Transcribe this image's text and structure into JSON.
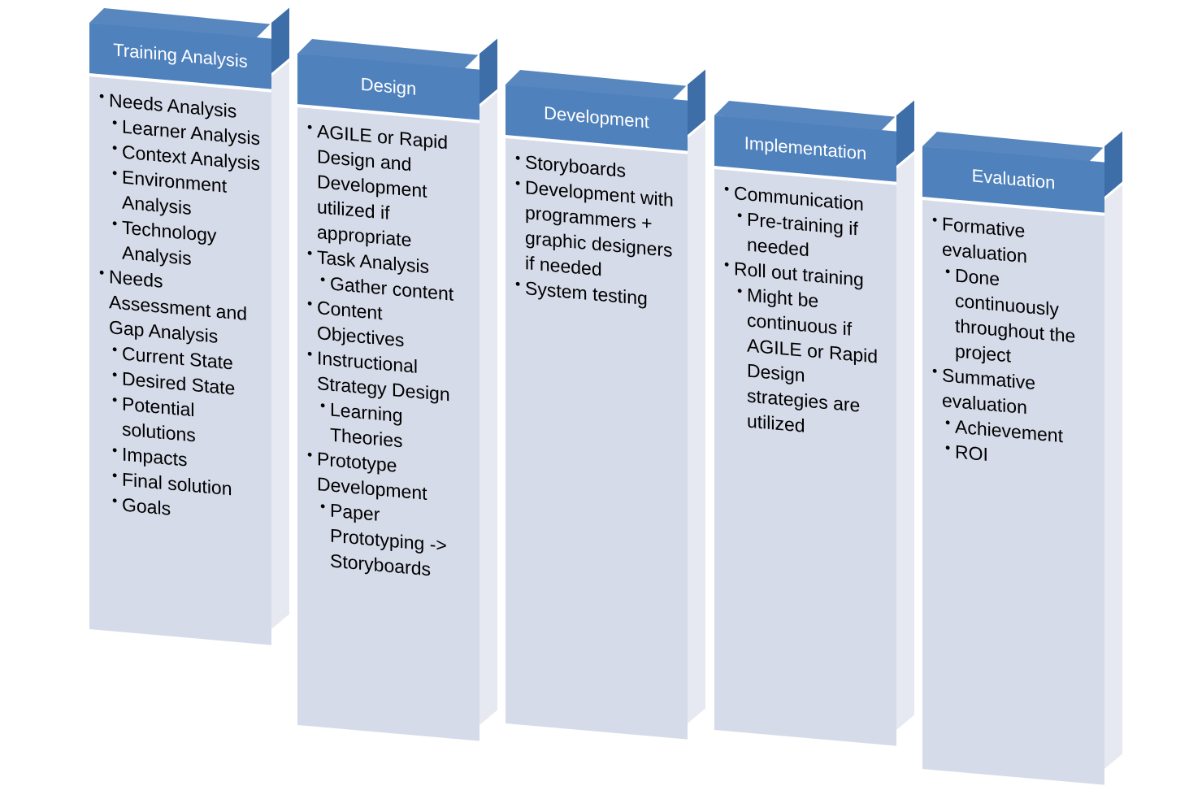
{
  "columns": [
    {
      "title": "Training Analysis",
      "items": [
        {
          "text": "Needs Analysis",
          "level": 1
        },
        {
          "text": "Learner Analysis",
          "level": 2
        },
        {
          "text": "Context Analysis",
          "level": 2
        },
        {
          "text": "Environment Analysis",
          "level": 2
        },
        {
          "text": "Technology Analysis",
          "level": 2
        },
        {
          "text": "Needs Assessment and Gap Analysis",
          "level": 1
        },
        {
          "text": "Current State",
          "level": 2
        },
        {
          "text": "Desired State",
          "level": 2
        },
        {
          "text": "Potential solutions",
          "level": 2
        },
        {
          "text": "Impacts",
          "level": 2
        },
        {
          "text": "Final solution",
          "level": 2
        },
        {
          "text": "Goals",
          "level": 2
        }
      ]
    },
    {
      "title": "Design",
      "items": [
        {
          "text": "AGILE or Rapid Design and Development utilized if appropriate",
          "level": 1
        },
        {
          "text": "Task Analysis",
          "level": 1
        },
        {
          "text": "Gather content",
          "level": 2
        },
        {
          "text": "Content Objectives",
          "level": 1
        },
        {
          "text": "Instructional Strategy Design",
          "level": 1
        },
        {
          "text": "Learning Theories",
          "level": 2
        },
        {
          "text": "Prototype Development",
          "level": 1
        },
        {
          "text": "Paper Prototyping -> Storyboards",
          "level": 2
        }
      ]
    },
    {
      "title": "Development",
      "items": [
        {
          "text": "Storyboards",
          "level": 1
        },
        {
          "text": "Development with programmers + graphic designers if needed",
          "level": 1
        },
        {
          "text": "System testing",
          "level": 1
        }
      ]
    },
    {
      "title": "Implementation",
      "items": [
        {
          "text": "Communication",
          "level": 1
        },
        {
          "text": "Pre-training if needed",
          "level": 2
        },
        {
          "text": "Roll out training",
          "level": 1
        },
        {
          "text": "Might be continuous if AGILE or Rapid Design strategies are utilized",
          "level": 2
        }
      ]
    },
    {
      "title": "Evaluation",
      "items": [
        {
          "text": "Formative evaluation",
          "level": 1
        },
        {
          "text": "Done continuously throughout the project",
          "level": 2
        },
        {
          "text": "Summative evaluation",
          "level": 1
        },
        {
          "text": "Achievement",
          "level": 2
        },
        {
          "text": "ROI",
          "level": 2
        }
      ]
    }
  ]
}
